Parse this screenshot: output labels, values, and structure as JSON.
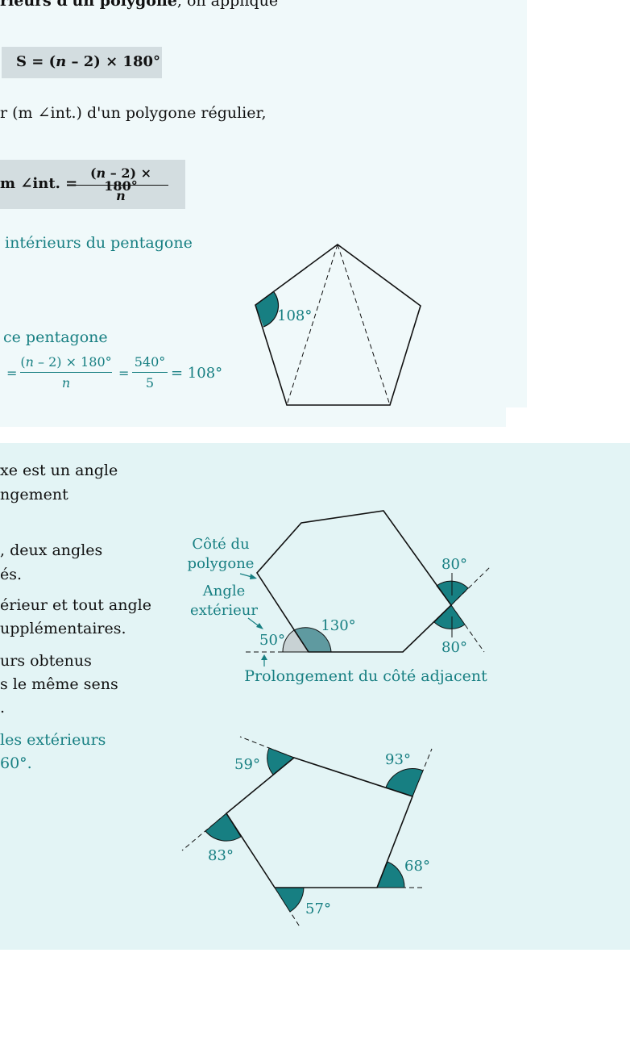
{
  "section1": {
    "intro_bold": "rieurs d'un polygone",
    "intro_rest": ", on applique",
    "formula_sum": "S = (n − 2) × 180°",
    "formula_sum_parts": {
      "a": "S = (",
      "n": "n",
      "b": " – 2) × 180°"
    },
    "measure_text": "r (m ∠int.) d'un polygone régulier,",
    "formula2": {
      "lhs": "m ∠int. =",
      "numerator_a": "(",
      "numerator_n": "n",
      "numerator_b": " – 2) × 180°",
      "denominator": "n"
    },
    "example_line1": "intérieurs du pentagone",
    "example_line2": "ce pentagone",
    "example_calc": {
      "eq1": "=",
      "num1": "(n – 2) × 180°",
      "num1_a": "(",
      "num1_n": "n",
      "num1_b": " – 2) × 180°",
      "den1": "n",
      "eq2": "=",
      "num2": "540°",
      "den2": "5",
      "result": "= 108°"
    },
    "pentagon_angle": "108°"
  },
  "section2": {
    "text_lines": [
      "xe est un angle",
      "ngement",
      ", deux angles",
      "és.",
      "érieur et tout angle",
      "upplémentaires.",
      "urs obtenus",
      "s le même sens",
      "."
    ],
    "teal_lines": [
      "les extérieurs",
      "60°."
    ],
    "hexagon_labels": {
      "cote_line1": "Côté du",
      "cote_line2": "polygone",
      "angle_line1": "Angle",
      "angle_line2": "extérieur",
      "angle_50": "50°",
      "angle_130": "130°",
      "angle_80_top": "80°",
      "angle_80_bottom": "80°",
      "prolongement": "Prolongement du côté adjacent"
    },
    "pentagon2_angles": {
      "a": "59°",
      "b": "93°",
      "c": "83°",
      "d": "68°",
      "e": "57°"
    }
  },
  "colors": {
    "teal": "#177f82",
    "light_bg": "#f0f9fa",
    "section2_bg": "#e3f4f5",
    "formula_box": "#d3dde0",
    "grey_sector": "#c8d2d4",
    "dark_teal_sector": "#5f9aa0"
  }
}
